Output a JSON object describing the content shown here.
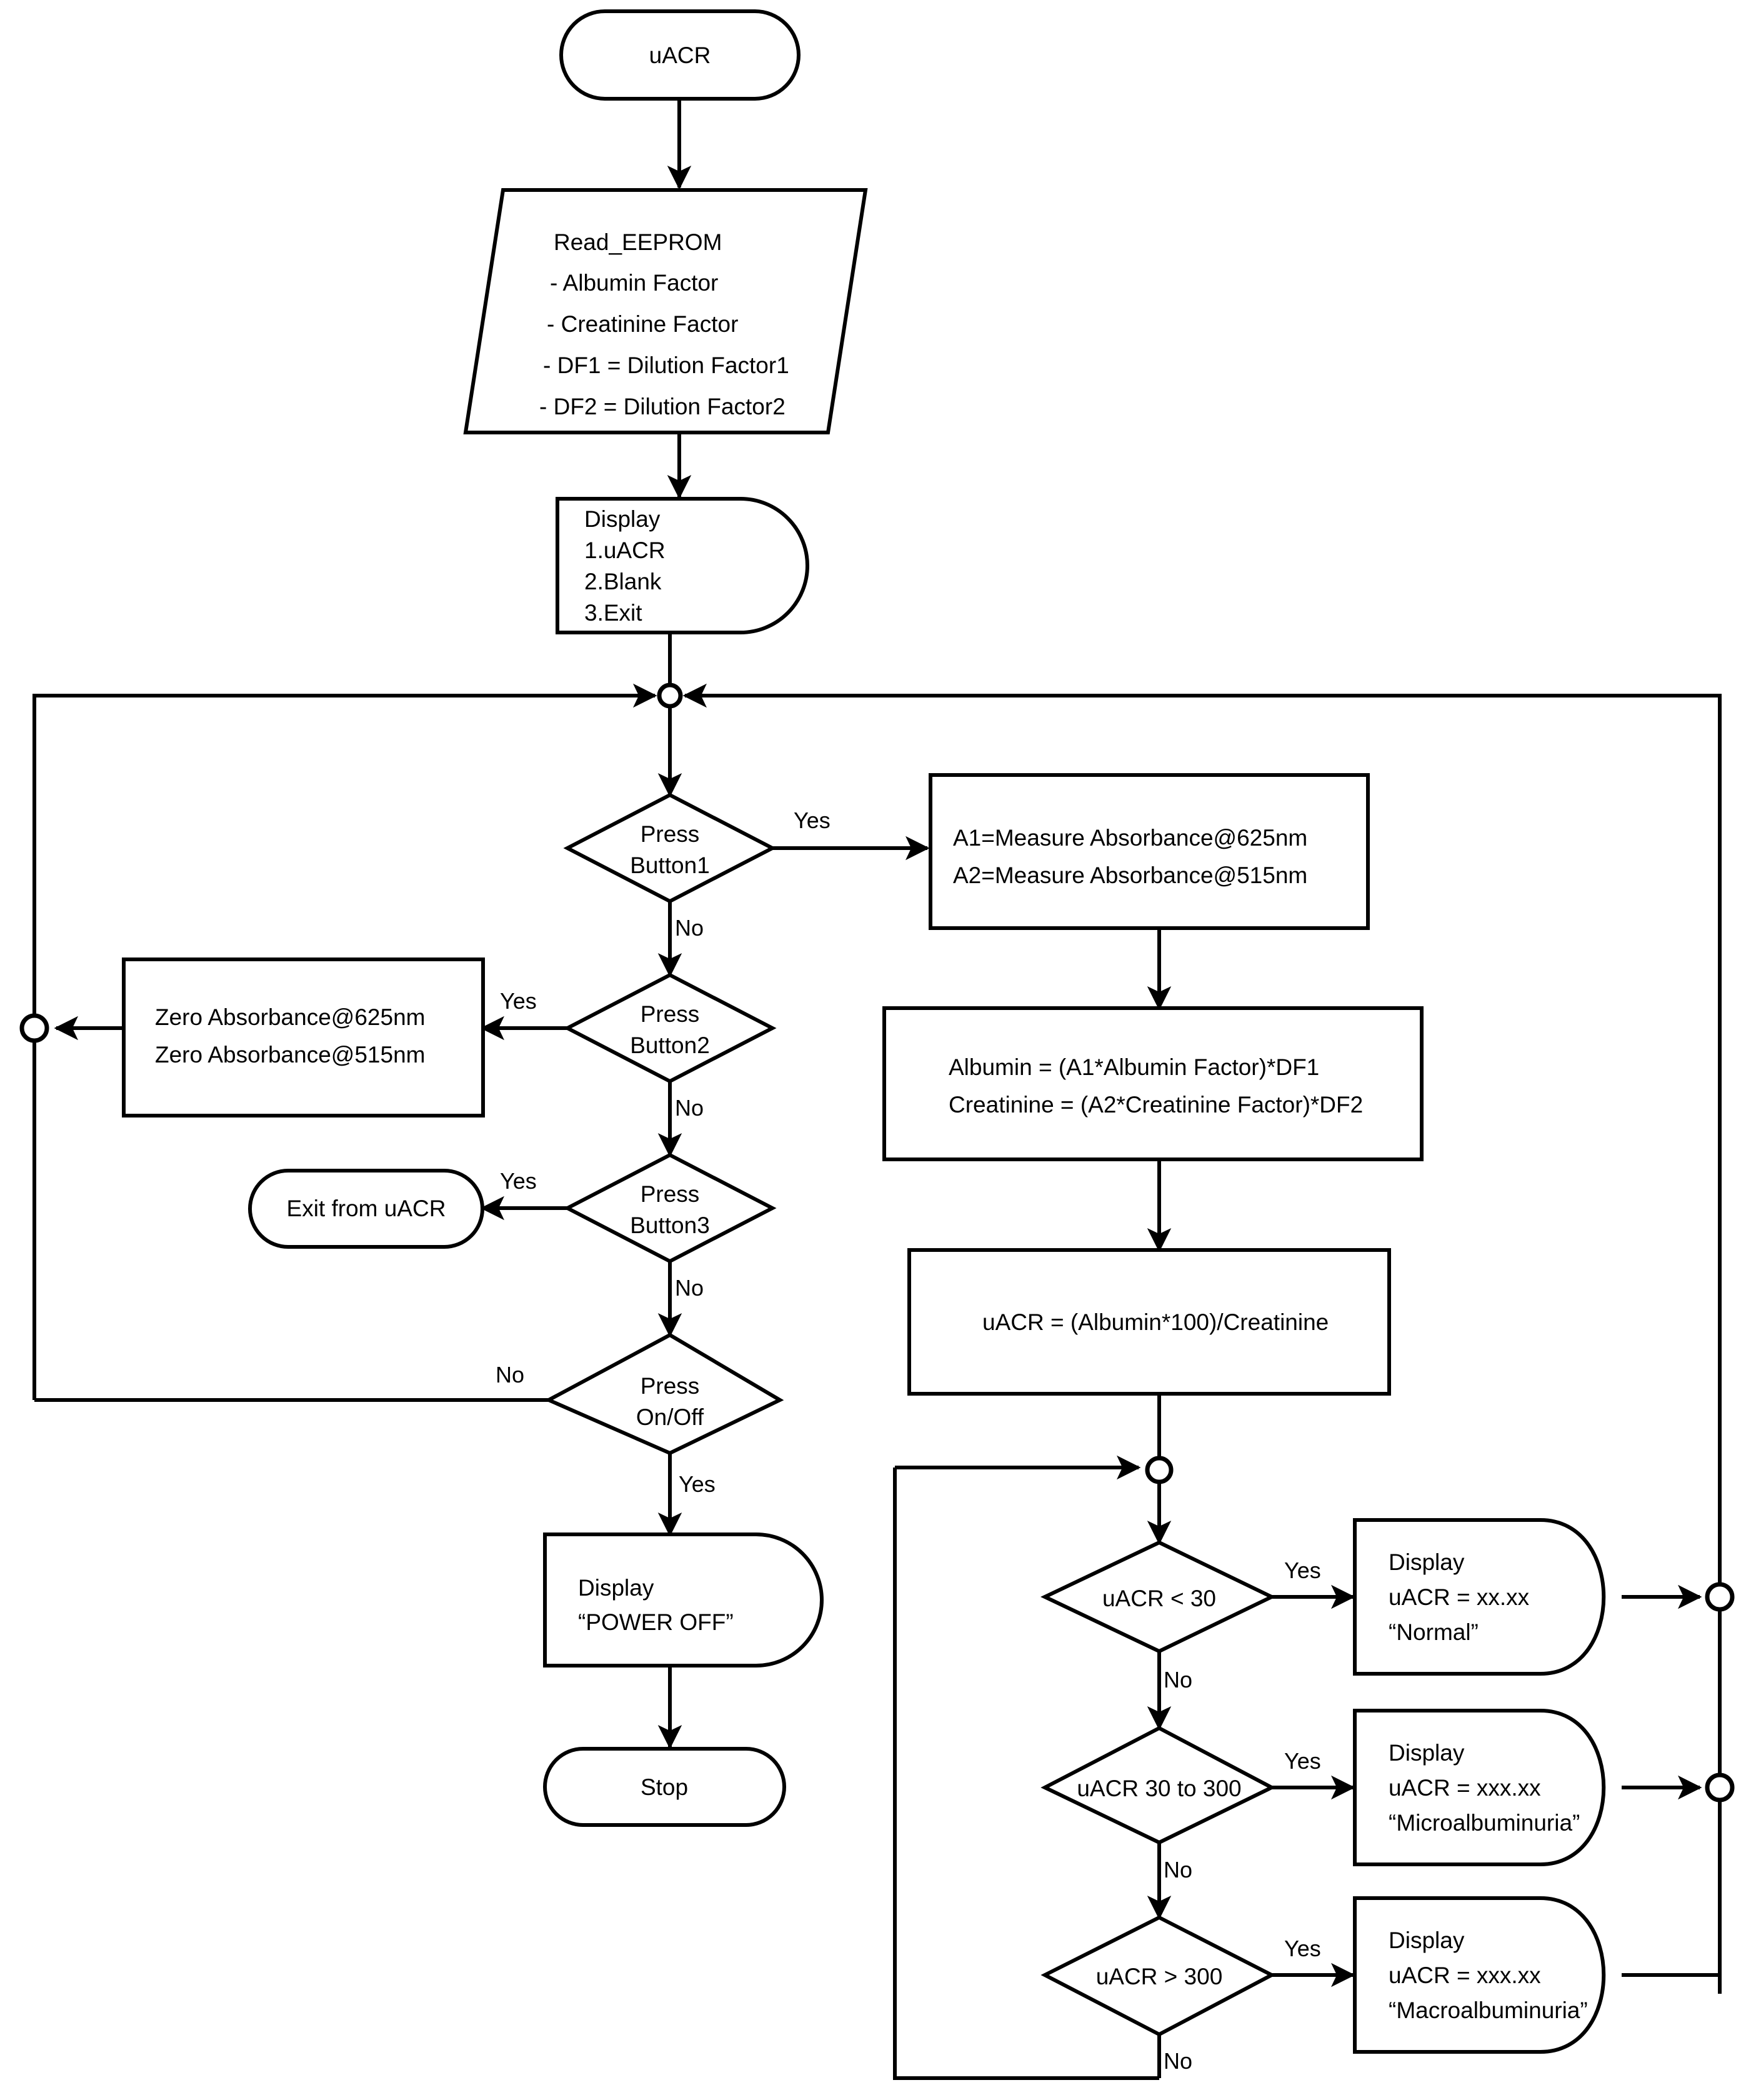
{
  "diagram": {
    "title": "uACR measurement firmware flowchart",
    "background_color": "#ffffff",
    "line_color": "#000000"
  },
  "nodes": {
    "start": {
      "shape": "terminator",
      "label": "uACR"
    },
    "read_eeprom": {
      "shape": "parallelogram",
      "lines": [
        "Read_EEPROM",
        "- Albumin Factor",
        "- Creatinine Factor",
        "- DF1 = Dilution Factor1",
        "- DF2 = Dilution Factor2"
      ]
    },
    "display_menu": {
      "shape": "display",
      "lines": [
        "Display",
        "1.uACR",
        "2.Blank",
        "3.Exit"
      ]
    },
    "press_button1": {
      "shape": "decision",
      "lines": [
        "Press",
        "Button1"
      ]
    },
    "press_button2": {
      "shape": "decision",
      "lines": [
        "Press",
        "Button2"
      ]
    },
    "press_button3": {
      "shape": "decision",
      "lines": [
        "Press",
        "Button3"
      ]
    },
    "press_onoff": {
      "shape": "decision",
      "lines": [
        "Press",
        "On/Off"
      ]
    },
    "measure_absorbance": {
      "shape": "process",
      "lines": [
        "A1=Measure Absorbance@625nm",
        "A2=Measure Absorbance@515nm"
      ]
    },
    "zero_absorbance": {
      "shape": "process",
      "lines": [
        "Zero Absorbance@625nm",
        "Zero Absorbance@515nm"
      ]
    },
    "compute_conc": {
      "shape": "process",
      "lines": [
        "Albumin    = (A1*Albumin Factor)*DF1",
        "Creatinine = (A2*Creatinine Factor)*DF2"
      ]
    },
    "compute_uacr": {
      "shape": "process",
      "lines": [
        "uACR = (Albumin*100)/Creatinine"
      ]
    },
    "exit_uacr": {
      "shape": "terminator",
      "label": "Exit from uACR"
    },
    "display_power_off": {
      "shape": "display",
      "lines": [
        "Display",
        "“POWER OFF”"
      ]
    },
    "stop": {
      "shape": "terminator",
      "label": "Stop"
    },
    "uacr_lt_30": {
      "shape": "decision",
      "lines": [
        "uACR < 30"
      ]
    },
    "uacr_30_300": {
      "shape": "decision",
      "lines": [
        "uACR 30 to 300"
      ]
    },
    "uacr_gt_300": {
      "shape": "decision",
      "lines": [
        "uACR > 300"
      ]
    },
    "display_normal": {
      "shape": "display",
      "lines": [
        "Display",
        "uACR = xx.xx",
        "“Normal”"
      ]
    },
    "display_micro": {
      "shape": "display",
      "lines": [
        "Display",
        "uACR = xxx.xx",
        "“Microalbuminuria”"
      ]
    },
    "display_macro": {
      "shape": "display",
      "lines": [
        "Display",
        "uACR = xxx.xx",
        "“Macroalbuminuria”"
      ]
    }
  },
  "edge_labels": {
    "b1_yes": "Yes",
    "b1_no": "No",
    "b2_yes": "Yes",
    "b2_no": "No",
    "b3_yes": "Yes",
    "b3_no": "No",
    "onoff_no": "No",
    "onoff_yes": "Yes",
    "lt30_yes": "Yes",
    "lt30_no": "No",
    "r30300_yes": "Yes",
    "r30300_no": "No",
    "gt300_yes": "Yes",
    "gt300_no": "No"
  }
}
